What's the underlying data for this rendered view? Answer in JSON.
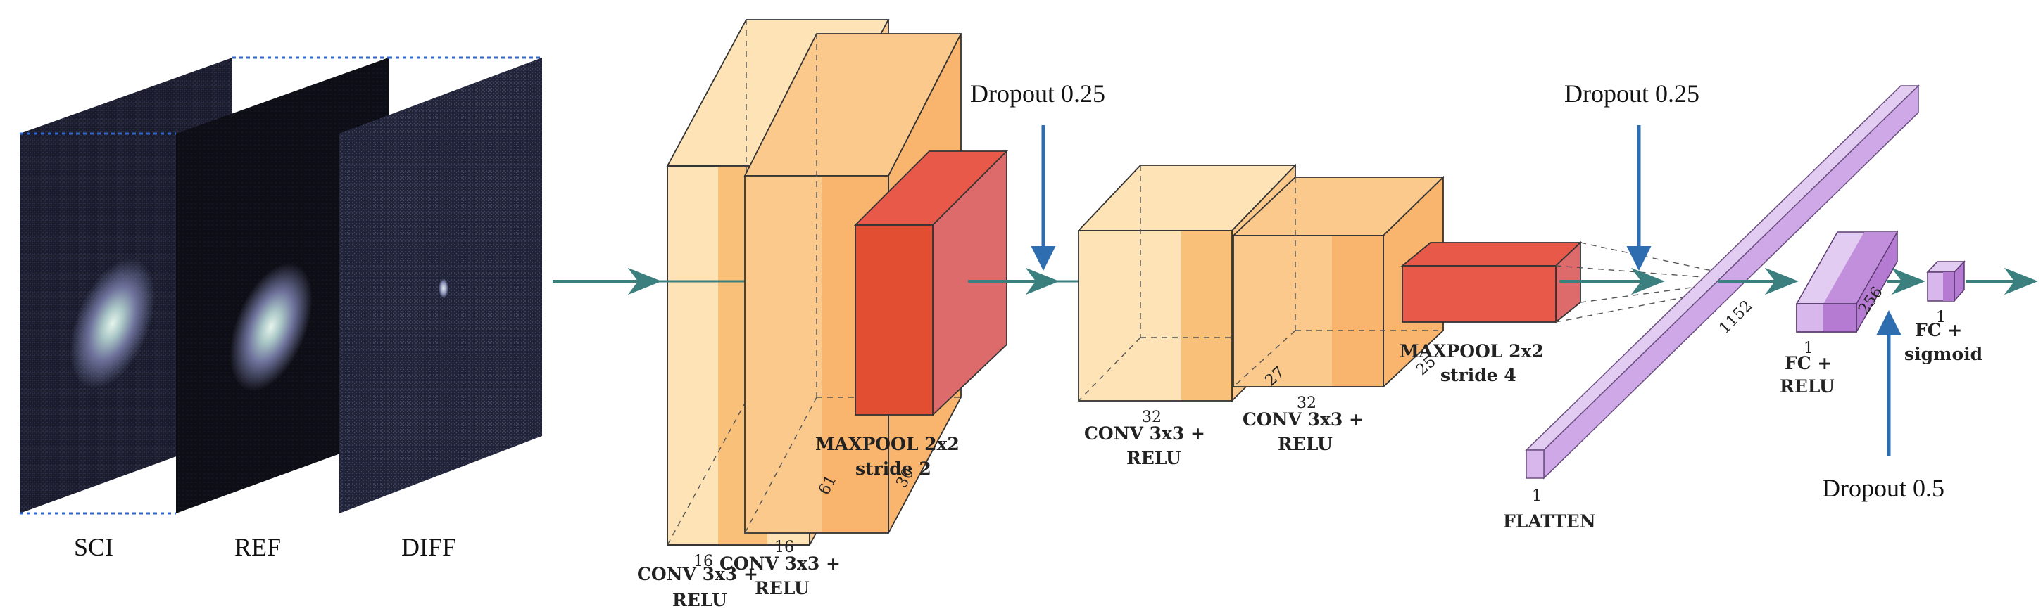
{
  "inputs": {
    "sci_label": "SCI",
    "ref_label": "REF",
    "diff_label": "DIFF"
  },
  "layers": {
    "conv1": {
      "label_line1": "CONV 3x3 +",
      "label_line2": "RELU",
      "depth": "16"
    },
    "conv2": {
      "label_line1": "CONV 3x3 +",
      "label_line2": "RELU",
      "depth": "16",
      "size": "61"
    },
    "pool1": {
      "label_line1": "MAXPOOL 2x2",
      "label_line2": "stride 2",
      "size": "30"
    },
    "conv3": {
      "label_line1": "CONV 3x3 +",
      "label_line2": "RELU",
      "depth": "32"
    },
    "conv4": {
      "label_line1": "CONV 3x3 +",
      "label_line2": "RELU",
      "depth": "32",
      "size": "27"
    },
    "pool2": {
      "label_line1": "MAXPOOL 2x2",
      "label_line2": "stride 4",
      "size": "25"
    },
    "flatten": {
      "label": "FLATTEN",
      "width": "1",
      "size": "1152"
    },
    "fc1": {
      "label_line1": "FC +",
      "label_line2": "RELU",
      "width": "1",
      "size": "256"
    },
    "fc2": {
      "label_line1": "FC +",
      "label_line2": "sigmoid",
      "width": "1"
    }
  },
  "dropouts": {
    "d1": "Dropout 0.25",
    "d2": "Dropout 0.25",
    "d3": "Dropout 0.5"
  },
  "colors": {
    "conv_light": "#FDE3B6",
    "conv_mid": "#FBC98C",
    "conv_dark": "#F9B46E",
    "pool_front": "#E14E32",
    "pool_side": "#DD6B6B",
    "fc_purple": "#D8B8EC",
    "fc_dark": "#B57BD2",
    "arrow": "#3B7F7F",
    "dropout_arrow": "#2E6EB0",
    "image_dark": "#1A1C2C"
  }
}
